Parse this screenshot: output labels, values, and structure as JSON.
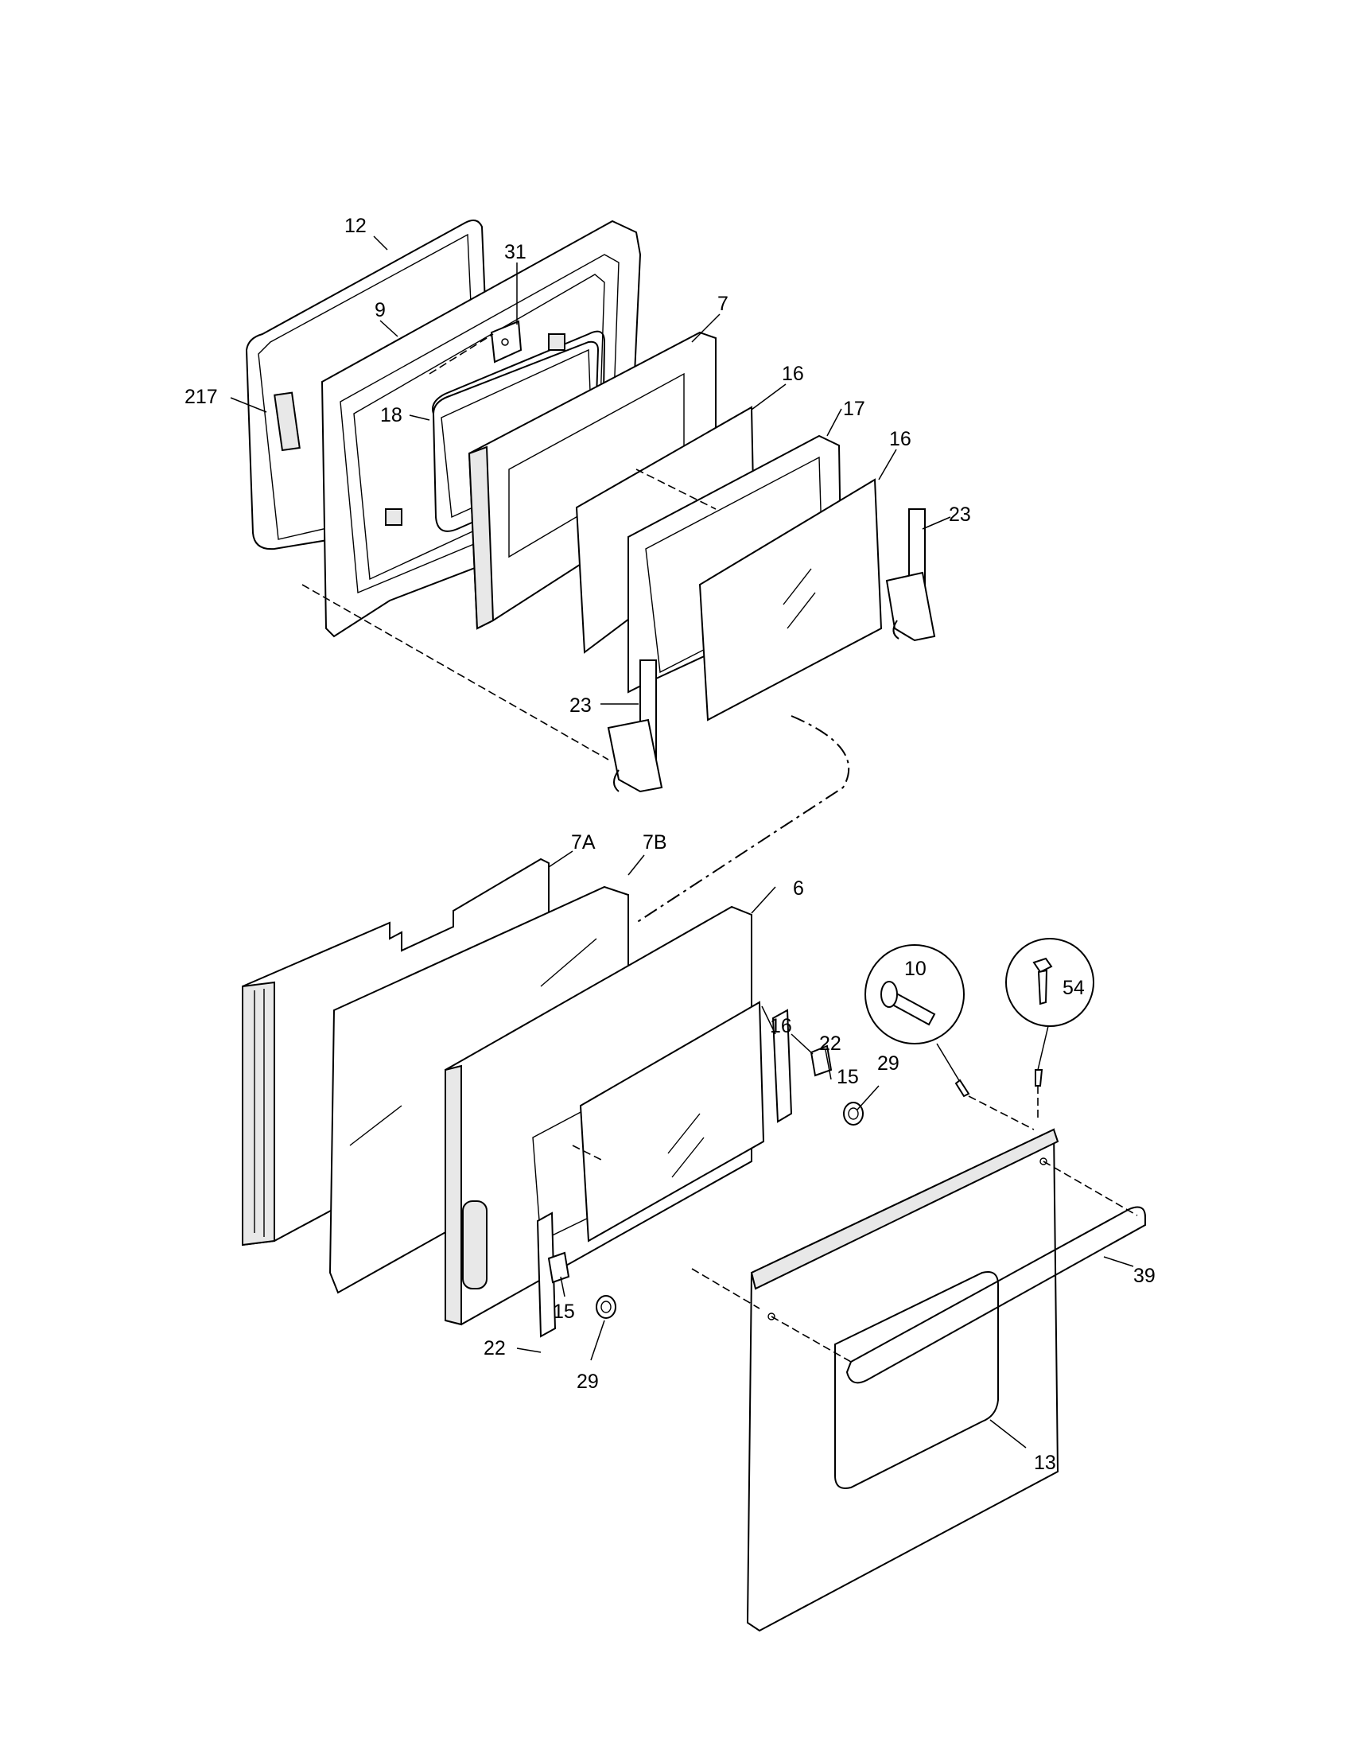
{
  "callouts": [
    {
      "id": "c12",
      "text": "12"
    },
    {
      "id": "c31",
      "text": "31"
    },
    {
      "id": "c9",
      "text": "9"
    },
    {
      "id": "c7",
      "text": "7"
    },
    {
      "id": "c16a",
      "text": "16"
    },
    {
      "id": "c217",
      "text": "217"
    },
    {
      "id": "c18",
      "text": "18"
    },
    {
      "id": "c17",
      "text": "17"
    },
    {
      "id": "c16b",
      "text": "16"
    },
    {
      "id": "c23a",
      "text": "23"
    },
    {
      "id": "c23b",
      "text": "23"
    },
    {
      "id": "c7A",
      "text": "7A"
    },
    {
      "id": "c7B",
      "text": "7B"
    },
    {
      "id": "c6",
      "text": "6"
    },
    {
      "id": "c10",
      "text": "10"
    },
    {
      "id": "c54",
      "text": "54"
    },
    {
      "id": "c16c",
      "text": "16"
    },
    {
      "id": "c22a",
      "text": "22"
    },
    {
      "id": "c15a",
      "text": "15"
    },
    {
      "id": "c29a",
      "text": "29"
    },
    {
      "id": "c39",
      "text": "39"
    },
    {
      "id": "c15b",
      "text": "15"
    },
    {
      "id": "c22b",
      "text": "22"
    },
    {
      "id": "c29b",
      "text": "29"
    },
    {
      "id": "c13",
      "text": "13"
    }
  ]
}
